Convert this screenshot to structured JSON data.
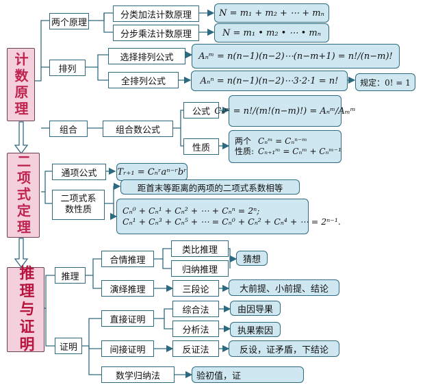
{
  "sections": {
    "counting": "计数原理",
    "binomial": "二项式定理",
    "reasoning": "推理与证明"
  },
  "nodes": {
    "two_principles": "两个原理",
    "add_principle": "分类加法计数原理",
    "mul_principle": "分步乘法计数原理",
    "permutation": "排列",
    "select_perm": "选择排列公式",
    "full_perm": "全排列公式",
    "combination": "组合",
    "comb_formula": "组合数公式",
    "formula": "公式",
    "property": "性质",
    "general_term": "通项公式",
    "coef_prop": "二项式系",
    "coef_prop2": "数性质",
    "equidistant": "距首末等距离的两项的二项式系数相等",
    "reasoning": "推理",
    "plausible": "合情推理",
    "analogy": "类比推理",
    "induction": "归纳推理",
    "guess": "猜想",
    "deductive": "演绎推理",
    "syllogism": "三段论",
    "syllogism_parts": "大前提、小前提、结论",
    "proof": "证明",
    "direct": "直接证明",
    "synthesis": "综合法",
    "cause_effect": "由因导果",
    "analysis": "分析法",
    "effect_cause": "执果索因",
    "indirect": "间接证明",
    "contradiction": "反证法",
    "contra_steps": "反设，证矛盾，下结论",
    "math_induction": "数学归纳法",
    "induction_steps": "验初值，证"
  },
  "formulas": {
    "add": "N = m₁ + m₂ + ⋯ + mₙ",
    "mul": "N = m₁ • m₂ • ⋯ • mₙ",
    "perm": "Aₙᵐ = n(n−1)(n−2)⋯(n−m+1) = n!/(n−m)!",
    "full": "Aₙⁿ = n(n−1)(n−2)⋯3·2·1 = n!",
    "rule": "规定：0! = 1",
    "comb": "Cₙᵐ = n!/(m!(n−m)!) = Aₙᵐ/Aₘᵐ",
    "prop_label1": "两个",
    "prop_label2": "性质:",
    "prop1": "Cₙᵐ = Cₙⁿ⁻ᵐ",
    "prop2": "Cₙ₊₁ᵐ = Cₙᵐ + Cₙᵐ⁻¹",
    "term": "Tᵣ₊₁ = Cₙʳaⁿ⁻ʳbʳ",
    "sum1": "Cₙ⁰ + Cₙ¹ + Cₙ² + ⋯ + Cₙⁿ = 2ⁿ;",
    "sum2": "Cₙ¹ + Cₙ³ + Cₙ⁵ + ⋯ = Cₙ⁰ + Cₙ² + Cₙ⁴ + ⋯ = 2ⁿ⁻¹."
  }
}
